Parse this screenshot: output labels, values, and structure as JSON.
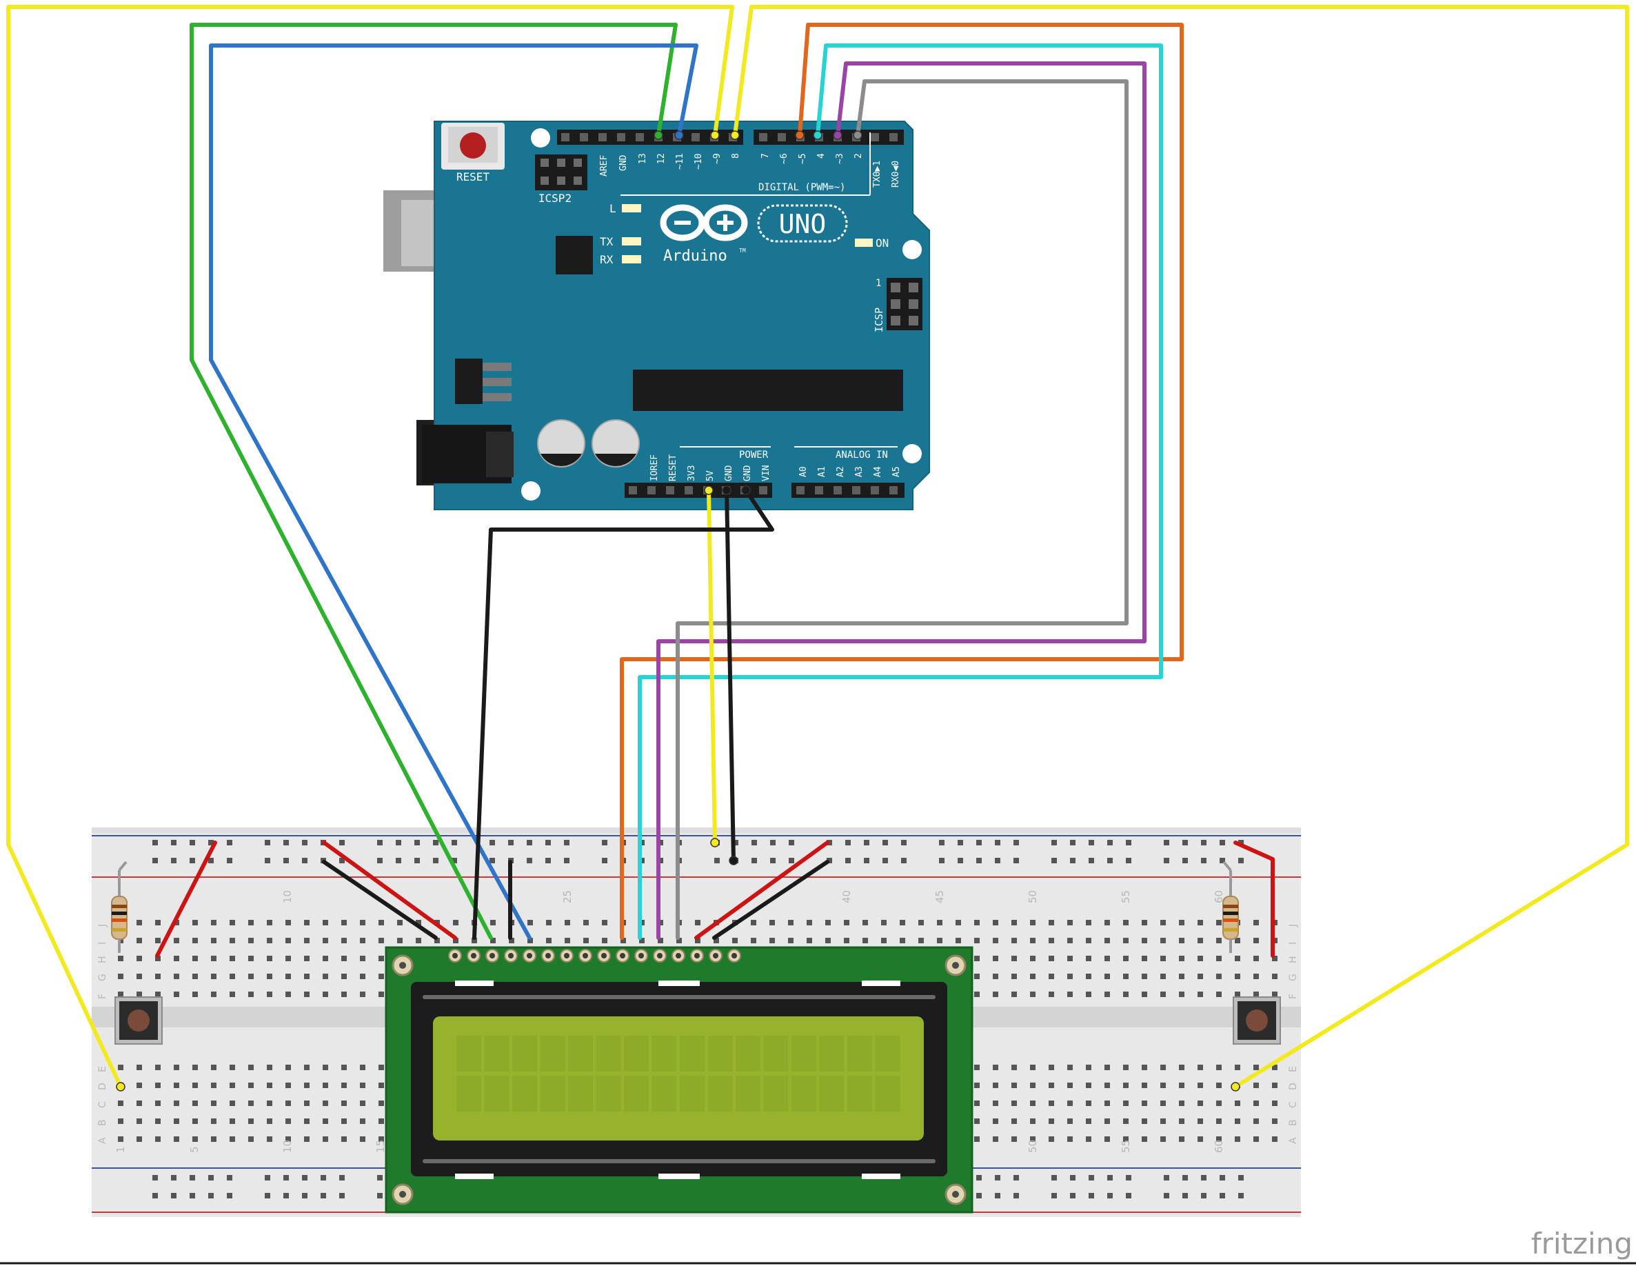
{
  "board": {
    "reset_label": "RESET",
    "icsp2_label": "ICSP2",
    "icsp_label": "ICSP",
    "icsp_pin1": "1",
    "digital_label": "DIGITAL (PWM=~)",
    "power_label": "POWER",
    "analog_label": "ANALOG IN",
    "led_l": "L",
    "led_tx": "TX",
    "led_rx": "RX",
    "led_on": "ON",
    "model": "UNO",
    "brand": "Arduino",
    "trademark": "TM",
    "digital_pins_left": [
      "AREF",
      "GND",
      "13",
      "12",
      "~11",
      "~10",
      "~9",
      "8"
    ],
    "digital_pins_right": [
      "7",
      "~6",
      "~5",
      "4",
      "~3",
      "2",
      "TX0▶1",
      "RX0◀0"
    ],
    "power_pins": [
      "IOREF",
      "RESET",
      "3V3",
      "5V",
      "GND",
      "GND",
      "VIN"
    ],
    "analog_pins": [
      "A0",
      "A1",
      "A2",
      "A3",
      "A4",
      "A5"
    ]
  },
  "breadboard": {
    "column_numbers_top": [
      "10",
      "25",
      "40",
      "45",
      "50",
      "55",
      "60"
    ],
    "column_numbers_bottom": [
      "1",
      "5",
      "10",
      "15",
      "50",
      "55",
      "60"
    ],
    "row_letters_top": [
      "J",
      "I",
      "H",
      "G",
      "F"
    ],
    "row_letters_bottom": [
      "E",
      "D",
      "C",
      "B",
      "A"
    ]
  },
  "footer": {
    "brand": "fritzing"
  },
  "colors": {
    "board": "#1a7592",
    "wire_yellow": "#f2ea1f",
    "wire_green": "#2db22d",
    "wire_blue": "#2e74c8",
    "wire_orange": "#e2671c",
    "wire_cyan": "#27d3d3",
    "wire_purple": "#9a45a6",
    "wire_gray": "#8c8c8c",
    "wire_black": "#1a1a1a",
    "wire_red": "#cc1414",
    "lcd_pcb": "#1f7a2c",
    "lcd_screen": "#97b32d"
  }
}
